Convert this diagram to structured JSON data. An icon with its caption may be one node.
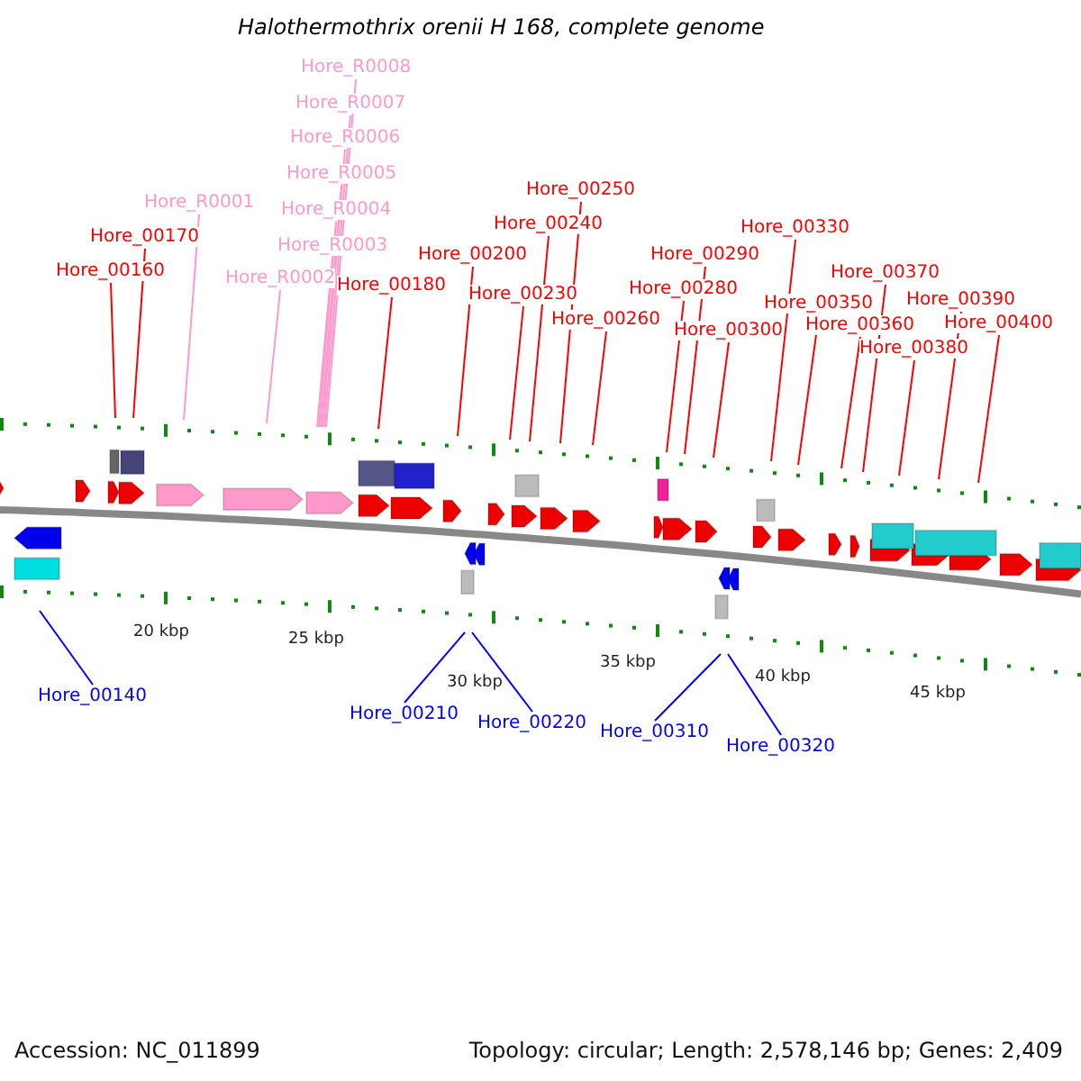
{
  "diagram": {
    "title": "Halothermothrix orenii H 168, complete genome",
    "nodes": [
      {
        "text": [
          "Hore_00160"
        ]
      },
      {
        "text": [
          "Hore_00170"
        ]
      },
      {
        "text": [
          "Hore_R0001"
        ]
      },
      {
        "text": [
          "Hore_R0002"
        ]
      },
      {
        "text": [
          "Hore_R0003"
        ]
      },
      {
        "text": [
          "Hore_R0004"
        ]
      },
      {
        "text": [
          "Hore_R0005"
        ]
      },
      {
        "text": [
          "Hore_R0006"
        ]
      },
      {
        "text": [
          "Hore_R0007"
        ]
      },
      {
        "text": [
          "Hore_R0008"
        ]
      },
      {
        "text": [
          "Hore_00180"
        ]
      },
      {
        "text": [
          "Hore_00200"
        ]
      },
      {
        "text": [
          "Hore_00230"
        ]
      },
      {
        "text": [
          "Hore_00240"
        ]
      },
      {
        "text": [
          "Hore_00250"
        ]
      },
      {
        "text": [
          "Hore_00260"
        ]
      },
      {
        "text": [
          "Hore_00280"
        ]
      },
      {
        "text": [
          "Hore_00290"
        ]
      },
      {
        "text": [
          "Hore_00300"
        ]
      },
      {
        "text": [
          "Hore_00330"
        ]
      },
      {
        "text": [
          "Hore_00350"
        ]
      },
      {
        "text": [
          "Hore_00360"
        ]
      },
      {
        "text": [
          "Hore_00370"
        ]
      },
      {
        "text": [
          "Hore_00380"
        ]
      },
      {
        "text": [
          "Hore_00390"
        ]
      },
      {
        "text": [
          "Hore_00400"
        ]
      },
      {
        "text": [
          "Hore_00140"
        ]
      },
      {
        "text": [
          "Hore_00210"
        ]
      },
      {
        "text": [
          "Hore_00220"
        ]
      },
      {
        "text": [
          "Hore_00310"
        ]
      },
      {
        "text": [
          "Hore_00320"
        ]
      }
    ],
    "edges": [
      {
        "from": 0,
        "to": null,
        "arrow": "none"
      },
      {
        "from": 1,
        "to": null,
        "arrow": "none"
      },
      {
        "from": 2,
        "to": null,
        "arrow": "none",
        "color": "#ff99cc"
      },
      {
        "from": 3,
        "to": null,
        "arrow": "none",
        "color": "#ff99cc"
      },
      {
        "from": 4,
        "to": null,
        "arrow": "none",
        "color": "#ff99cc"
      },
      {
        "from": 5,
        "to": null,
        "arrow": "none",
        "color": "#ff99cc"
      },
      {
        "from": 6,
        "to": null,
        "arrow": "none",
        "color": "#ff99cc"
      },
      {
        "from": 7,
        "to": null,
        "arrow": "none",
        "color": "#ff99cc"
      },
      {
        "from": 8,
        "to": null,
        "arrow": "none",
        "color": "#ff99cc"
      },
      {
        "from": 9,
        "to": null,
        "arrow": "none",
        "color": "#ff99cc"
      },
      {
        "from": 10,
        "to": null,
        "arrow": "none"
      },
      {
        "from": 11,
        "to": null,
        "arrow": "none"
      },
      {
        "from": 12,
        "to": null,
        "arrow": "none"
      },
      {
        "from": 13,
        "to": null,
        "arrow": "none"
      },
      {
        "from": 14,
        "to": null,
        "arrow": "none"
      },
      {
        "from": 15,
        "to": null,
        "arrow": "none"
      },
      {
        "from": 16,
        "to": null,
        "arrow": "none"
      },
      {
        "from": 17,
        "to": null,
        "arrow": "none"
      },
      {
        "from": 18,
        "to": null,
        "arrow": "none"
      },
      {
        "from": 19,
        "to": null,
        "arrow": "none"
      },
      {
        "from": 20,
        "to": null,
        "arrow": "none"
      },
      {
        "from": 21,
        "to": null,
        "arrow": "none"
      },
      {
        "from": 22,
        "to": null,
        "arrow": "none"
      },
      {
        "from": 23,
        "to": null,
        "arrow": "none"
      },
      {
        "from": 24,
        "to": null,
        "arrow": "none"
      },
      {
        "from": 25,
        "to": null,
        "arrow": "none"
      },
      {
        "from": 26,
        "to": null,
        "arrow": "none",
        "color": "#0000ff"
      },
      {
        "from": 27,
        "to": null,
        "arrow": "none",
        "color": "#0000ff"
      },
      {
        "from": 28,
        "to": null,
        "arrow": "none",
        "color": "#0000ff"
      },
      {
        "from": 29,
        "to": null,
        "arrow": "none",
        "color": "#0000ff"
      },
      {
        "from": 30,
        "to": null,
        "arrow": "none",
        "color": "#0000ff"
      }
    ],
    "labels": [
      "20 kbp",
      "25 kbp",
      "30 kbp",
      "35 kbp",
      "40 kbp",
      "45 kbp",
      "Accession: NC_011899",
      "Topology: circular; Length: 2,578,146 bp; Genes: 2,409"
    ]
  }
}
